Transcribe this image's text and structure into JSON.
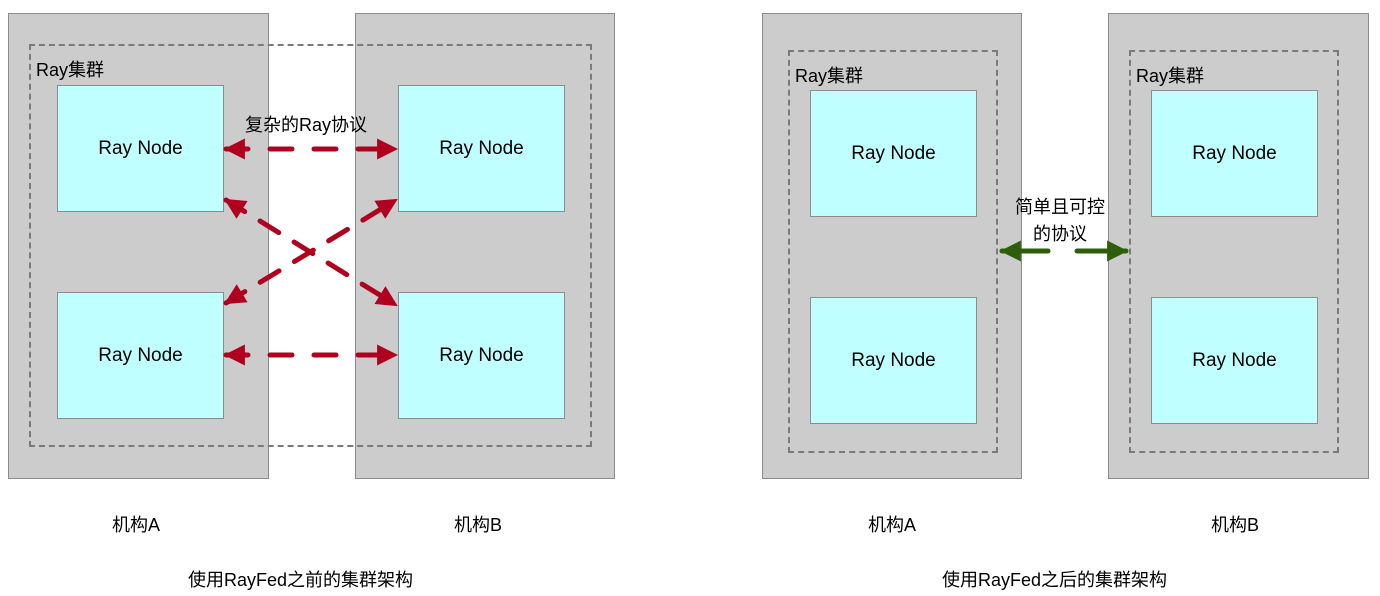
{
  "colors": {
    "org_fill": "#cccccc",
    "node_fill": "#c0ffff",
    "dashed_border": "#7a7a7a",
    "complex_arrow": "#b0001f",
    "simple_arrow": "#2d5f0b"
  },
  "left_diagram": {
    "cluster_label": "Ray集群",
    "protocol_label": "复杂的Ray协议",
    "nodes": [
      "Ray Node",
      "Ray Node",
      "Ray Node",
      "Ray Node"
    ],
    "org_a_label": "机构A",
    "org_b_label": "机构B",
    "caption": "使用RayFed之前的集群架构"
  },
  "right_diagram": {
    "cluster_a_label": "Ray集群",
    "cluster_b_label": "Ray集群",
    "protocol_label_line1": "简单且可控",
    "protocol_label_line2": "的协议",
    "nodes": [
      "Ray Node",
      "Ray Node",
      "Ray Node",
      "Ray Node"
    ],
    "org_a_label": "机构A",
    "org_b_label": "机构B",
    "caption": "使用RayFed之后的集群架构"
  }
}
